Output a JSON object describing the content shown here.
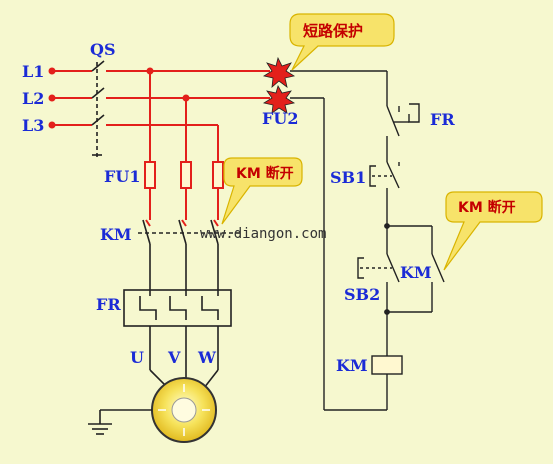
{
  "labels": {
    "l1": "L1",
    "l2": "L2",
    "l3": "L3",
    "qs": "QS",
    "fu1": "FU1",
    "fu2": "FU2",
    "km_contacts": "KM",
    "fr_block": "FR",
    "u": "U",
    "v": "V",
    "w": "W",
    "fr_contact": "FR",
    "sb1": "SB1",
    "sb2": "SB2",
    "km_hold": "KM",
    "km_coil": "KM"
  },
  "callouts": {
    "short_circuit": "短路保护",
    "km_open_left": "KM 断开",
    "km_open_right": "KM 断开"
  },
  "watermark": "www.diangon.com",
  "colors": {
    "background": "#f6f8cf",
    "power_wire": "#e3201b",
    "control_wire": "#111111",
    "label_text": "#1b2bd6",
    "callout_fill": "#f7e36a",
    "callout_text": "#c40000"
  }
}
